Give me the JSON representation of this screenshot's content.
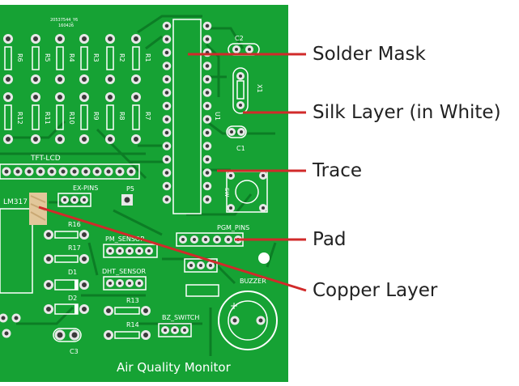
{
  "board": {
    "title": "Air Quality Monitor",
    "serial_lines": [
      "20537544_Y6",
      "160426"
    ],
    "silkscreen": {
      "resistors_top": [
        "R6",
        "R5",
        "R4",
        "R3",
        "R2",
        "R1"
      ],
      "resistors_bottom": [
        "R12",
        "R11",
        "R10",
        "R9",
        "R8",
        "R7"
      ],
      "tft_lcd": "TFT-LCD",
      "ex_pins": "EX-PINS",
      "p5": "P5",
      "lm317": "LM317",
      "r16": "R16",
      "r17": "R17",
      "d1": "D1",
      "d2": "D2",
      "pm_sensor": "PM_SENSOR",
      "dht_sensor": "DHT_SENSOR",
      "r13": "R13",
      "r14": "R14",
      "bz_switch": "BZ_SWITCH",
      "c3": "C3",
      "c2": "C2",
      "c1": "C1",
      "x1": "X1",
      "u1": "U1",
      "sw": "SW",
      "pgm_pins": "PGM_PINS",
      "buzzer": "BUZZER",
      "plus": "+"
    }
  },
  "colors": {
    "board_green": "#16a234",
    "board_green_dark": "#0e8a2a",
    "trace_green": "#0f9a30",
    "callout_line": "#d12a2a",
    "pad_ring": "#e8e8e8",
    "pad_hole": "#3a3a3a",
    "copper": "#e2c79a"
  },
  "callouts": [
    {
      "id": "solder-mask",
      "label": "Solder Mask"
    },
    {
      "id": "silk-layer",
      "label": "Silk Layer (in White)"
    },
    {
      "id": "trace",
      "label": "Trace"
    },
    {
      "id": "pad",
      "label": "Pad"
    },
    {
      "id": "copper-layer",
      "label": "Copper Layer"
    }
  ]
}
